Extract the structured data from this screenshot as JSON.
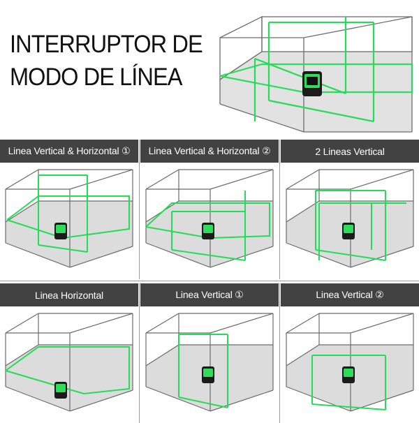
{
  "title": {
    "line1": "INTERRUPTOR DE",
    "line2": "MODO DE LÍNEA"
  },
  "colors": {
    "header_bg": "#424242",
    "laser_green": "#22dd55",
    "room_line": "#6b6b6b",
    "floor": "#dcdcdc"
  },
  "modes": [
    {
      "label": "Linea Vertical & Horizontal ①",
      "lines": [
        "vertical",
        "horizontal"
      ]
    },
    {
      "label": "Linea Vertical & Horizontal ②",
      "lines": [
        "vertical",
        "horizontal"
      ]
    },
    {
      "label": "2 Lineas Vertical",
      "lines": [
        "vertical",
        "vertical"
      ]
    },
    {
      "label": "Linea Horizontal",
      "lines": [
        "horizontal"
      ]
    },
    {
      "label": "Linea Vertical  ①",
      "lines": [
        "vertical"
      ]
    },
    {
      "label": "Linea Vertical  ②",
      "lines": [
        "vertical"
      ]
    }
  ]
}
